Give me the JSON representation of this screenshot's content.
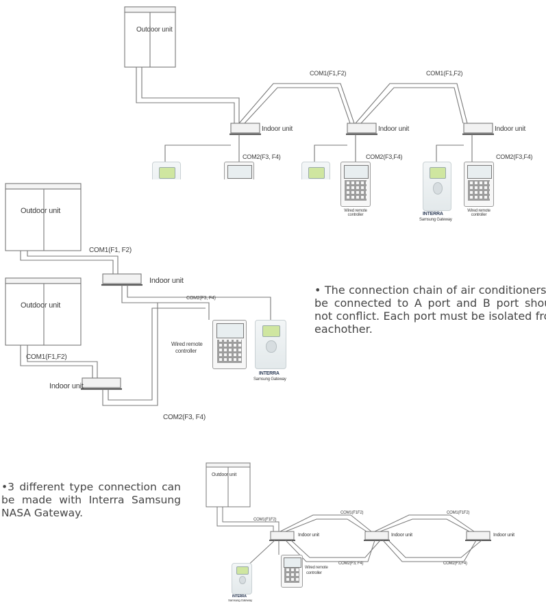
{
  "diagram1": {
    "outdoor": "Outdoor unit",
    "indoor_1": "Indoor unit",
    "indoor_2": "Indoor unit",
    "indoor_3": "Indoor unit",
    "com1_1": "COM1(F1,F2)",
    "com1_2": "COM1(F1,F2)",
    "com2_1": "COM2(F3, F4)",
    "com2_2": "COM2(F3,F4)",
    "com2_3": "COM2(F3,F4)",
    "gateway_brand": "INTERRA",
    "gateway_caption": "Samsung Gateway",
    "remote_caption": "Wired remote controller"
  },
  "diagram2": {
    "outdoor_top": "Outdoor unit",
    "outdoor_bottom": "Outdoor unit",
    "com1_top": "COM1(F1,  F2)",
    "com1_bottom": "COM1(F1,F2)",
    "indoor_top": "Indoor unit",
    "indoor_bottom": "Indoor unit",
    "com2_top": "COM2(F3, F4)",
    "com2_bottom": "COM2(F3,  F4)",
    "remote_caption_1": "Wired remote",
    "remote_caption_2": "controller",
    "gateway_brand": "INTERRA",
    "gateway_caption": "Samsung Gateway"
  },
  "diagram3": {
    "outdoor": "Outdoor unit",
    "com1_1": "COM1(F1F2)",
    "com1_2": "COM1(F1F2)",
    "com1_3": "COM1(F1F2)",
    "indoor_1": "Indoor unit",
    "indoor_2": "Indoor unit",
    "indoor_3": "Indoor unit",
    "com2_1": "COM2(F3, F4)",
    "com2_2": "COM2(F3,F4)",
    "remote_caption_1": "Wired remote",
    "remote_caption_2": "controller",
    "gateway_brand": "INTERRA",
    "gateway_caption": "Samsung Gateway"
  },
  "text_right": "• The connection chain of air conditioners to be connected to A port and B port should not conflict. Each port must be isolated from eachother.",
  "text_left": "•3 different type connection can be made with Interra Samsung NASA Gateway."
}
